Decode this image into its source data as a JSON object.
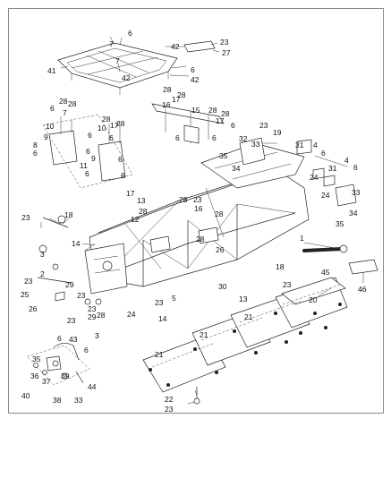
{
  "diagram": {
    "callouts": {
      "c6a": "6",
      "c7a": "7",
      "c42a": "42",
      "c23a": "23",
      "c27": "27",
      "c41": "41",
      "c7b": "7",
      "c6b": "6",
      "c42b": "42",
      "c28a": "28",
      "c17a": "17",
      "c28b": "28",
      "c16": "16",
      "c15": "15",
      "c28c": "28",
      "c17b": "17",
      "c28d": "28",
      "c6c": "6",
      "c6d": "6",
      "c6e": "6",
      "c28e": "28",
      "c7c": "7",
      "c28f": "28",
      "c10a": "10",
      "c6f": "6",
      "c9a": "9",
      "c8a": "8",
      "c6g": "6",
      "c28g": "28",
      "c10b": "10",
      "c28h": "28",
      "c17c": "17",
      "c6h": "6",
      "c9b": "9",
      "c6i": "6",
      "c11": "11",
      "c6j": "6",
      "c23b": "23",
      "c19": "19",
      "c33a": "33",
      "c32": "32",
      "c35a": "35",
      "c34a": "34",
      "c31a": "31",
      "c4a": "4",
      "c6k": "6",
      "c31b": "31",
      "c4b": "4",
      "c6l": "6",
      "c24a": "24",
      "c24b": "24",
      "c17d": "17",
      "c13a": "13",
      "c28i": "28",
      "c12": "12",
      "c28j": "28",
      "c23c": "23",
      "c18a": "18",
      "c28k": "28",
      "c23d": "23",
      "c16b": "16",
      "c33b": "33",
      "c34b": "34",
      "c35b": "35",
      "c14a": "14",
      "c3a": "3",
      "c28l": "28",
      "c1": "1",
      "c26a": "26",
      "c2": "2",
      "c23e": "23",
      "c29": "29",
      "c18b": "18",
      "c23f": "23",
      "c45": "45",
      "c46": "46",
      "c25": "25",
      "c23g": "23",
      "c5": "5",
      "c30": "30",
      "c13b": "13",
      "c26b": "26",
      "c23h": "23",
      "c22a": "22",
      "c28m": "28",
      "c24c": "24",
      "c14b": "14",
      "c3b": "3",
      "c20": "20",
      "c21a": "21",
      "c21b": "21",
      "c21c": "21",
      "c6m": "6",
      "c43": "43",
      "c35c": "35",
      "c6n": "6",
      "c36": "36",
      "c39": "39",
      "c37": "37",
      "c44": "44",
      "c40": "40",
      "c38": "38",
      "c33c": "33",
      "c22b": "22",
      "c23i": "23"
    }
  }
}
